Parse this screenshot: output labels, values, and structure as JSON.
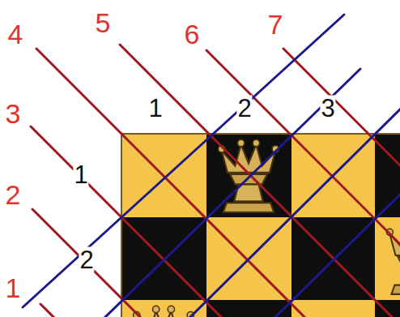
{
  "diagram": {
    "labels": [
      "4",
      "5",
      "6",
      "7",
      "1",
      "2",
      "3",
      "3",
      "1",
      "2",
      "2",
      "1"
    ]
  }
}
